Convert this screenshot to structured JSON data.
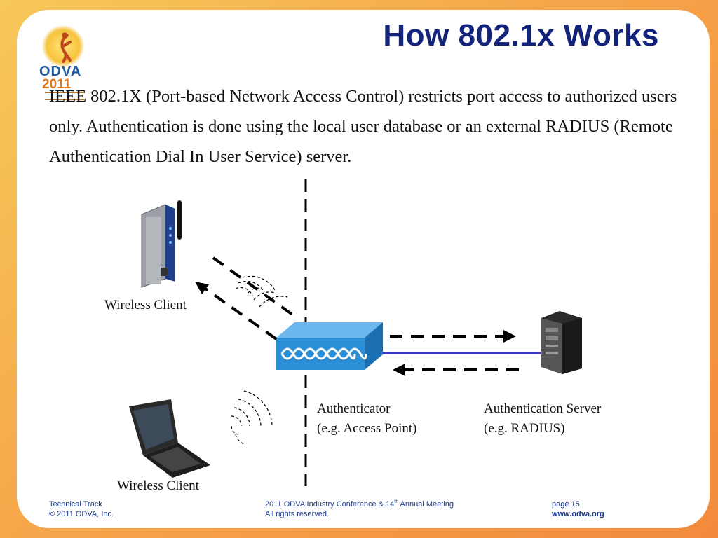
{
  "slide": {
    "title": "How 802.1x Works",
    "body": "IEEE 802.1X (Port-based Network Access Control) restricts port access to authorized users only. Authentication is done using the local user database or an external RADIUS (Remote Authentication Dial In User Service) server."
  },
  "logo": {
    "name": "ODVA",
    "year": "2011"
  },
  "diagram": {
    "wireless_client_top_label": "Wireless Client",
    "wireless_client_bottom_label": "Wireless Client",
    "authenticator_label": "Authenticator",
    "authenticator_example": "(e.g. Access Point)",
    "server_label": "Authentication  Server",
    "server_example": "(e.g. RADIUS)"
  },
  "footer": {
    "track": "Technical Track",
    "copyright": "© 2011 ODVA, Inc.",
    "conference_prefix": "2011 ODVA Industry Conference & 14",
    "conference_sup": "th",
    "conference_suffix": " Annual Meeting",
    "rights": "All rights reserved.",
    "page": "page 15",
    "website": "www.odva.org"
  },
  "colors": {
    "title": "#14237a",
    "access_point": "#2b8fd6",
    "link_line": "#3a3ab8",
    "frame": "#f6a64a"
  },
  "icons": [
    "industrial-wireless-device-icon",
    "laptop-icon",
    "access-point-icon",
    "server-icon",
    "wireless-signal-icon"
  ]
}
